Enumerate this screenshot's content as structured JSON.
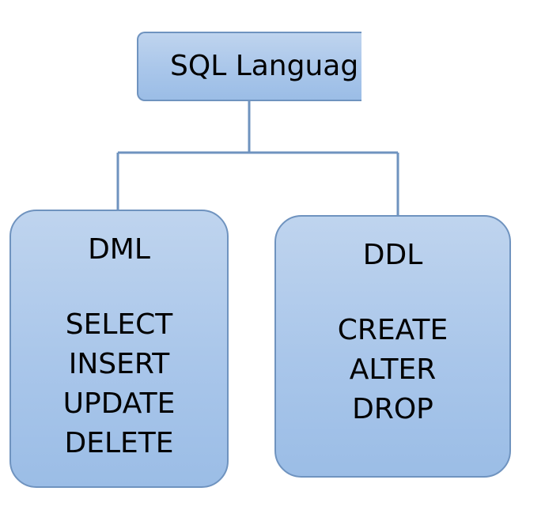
{
  "root": {
    "label": "SQL Languag"
  },
  "groups": [
    {
      "title": "DML",
      "commands": [
        "SELECT",
        "INSERT",
        "UPDATE",
        "DELETE"
      ]
    },
    {
      "title": "DDL",
      "commands": [
        "CREATE",
        "ALTER",
        "DROP"
      ]
    }
  ],
  "colors": {
    "box_fill": "#a9c6ea",
    "box_border": "#6f93bf",
    "connector": "#6f93bf",
    "text": "#000000"
  }
}
